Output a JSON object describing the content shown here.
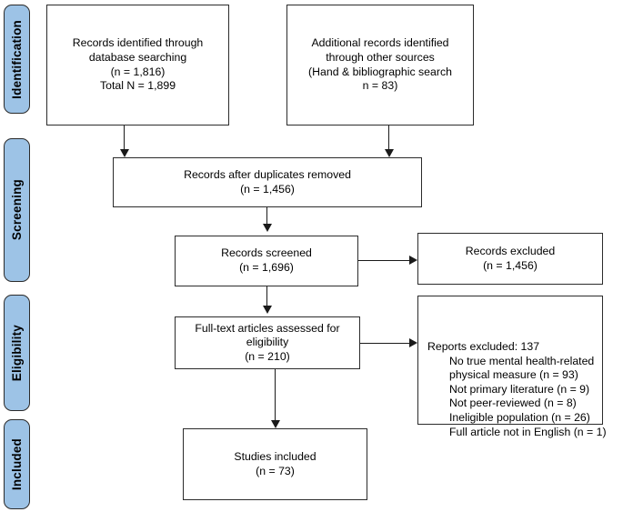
{
  "diagram": {
    "type": "prisma-flow-diagram",
    "accent_color": "#9dc3e6",
    "line_color": "#1a1a1a",
    "box_border_color": "#2b2b2b",
    "background": "#ffffff"
  },
  "stages": [
    {
      "id": "identification",
      "label": "Identification"
    },
    {
      "id": "screening",
      "label": "Screening"
    },
    {
      "id": "eligibility",
      "label": "Eligibility"
    },
    {
      "id": "included",
      "label": "Included"
    }
  ],
  "boxes": {
    "records_db": {
      "text": "Records identified through\ndatabase searching\n(n = 1,816)\nTotal N = 1,899"
    },
    "records_other": {
      "text": "Additional records identified\nthrough other sources\n(Hand & bibliographic search\nn = 83)"
    },
    "duplicates_removed": {
      "text": "Records after duplicates removed\n(n = 1,456)"
    },
    "records_screened": {
      "text": "Records screened\n(n = 1,696)"
    },
    "records_excluded": {
      "text": "Records excluded\n(n = 1,456)"
    },
    "fulltext_assessed": {
      "text": "Full-text articles assessed for\neligibility\n(n = 210)"
    },
    "reports_excluded": {
      "heading": "Reports excluded: 137",
      "reasons": [
        "No true mental health-related",
        "physical measure (n = 93)",
        "Not primary literature (n = 9)",
        "Not peer-reviewed (n = 8)",
        "Ineligible population (n = 26)",
        "Full article not in English (n = 1)"
      ]
    },
    "studies_included": {
      "text": "Studies included\n(n = 73)"
    }
  },
  "counts": {
    "database_records": "1,816",
    "total_n": "1,899",
    "other_sources": "83",
    "after_duplicates": "1,456",
    "screened": "1,696",
    "excluded_screening": "1,456",
    "fulltext_assessed": "210",
    "reports_excluded_total": "137",
    "excl_no_measure": "93",
    "excl_not_primary": "9",
    "excl_not_peer_reviewed": "8",
    "excl_ineligible_population": "26",
    "excl_not_english": "1",
    "studies_included": "73"
  }
}
